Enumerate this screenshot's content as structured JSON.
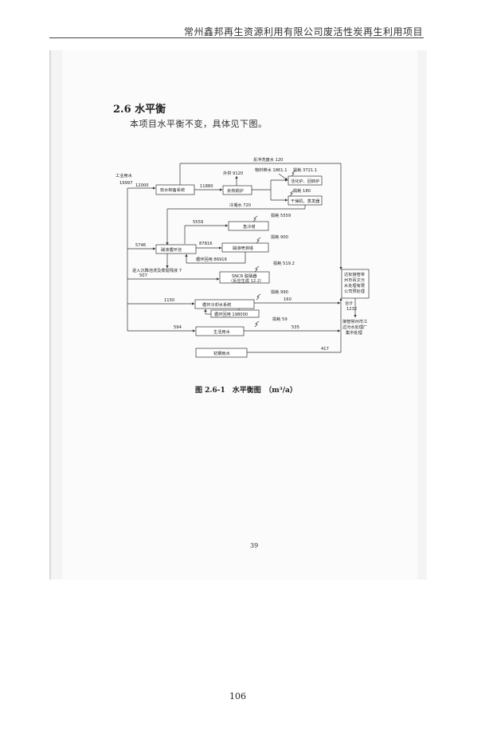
{
  "header": {
    "title": "常州鑫邦再生资源利用有限公司废活性炭再生利用项目"
  },
  "section": {
    "heading": "2.6 水平衡",
    "intro": "本项目水平衡不变，具体见下图。"
  },
  "diagram": {
    "labels": {
      "industrial_water": "工业用水",
      "industrial_water_value": "19997",
      "soft_water_system": "软水制备系统",
      "waste_heat_boiler": "余热锅炉",
      "activation_furnace": "活化炉、回转炉",
      "drying": "干燥机、蒸发器",
      "quench_tower": "急冷塔",
      "alkali_pool": "碱液循环池",
      "alkali_spray_tower": "碱液喷淋塔",
      "sncr": "SNCR 脱硝器",
      "sncr_note": "（反应生成 12.2）",
      "cooling_system": "循环冷却水系统",
      "domestic_water": "生活用水",
      "initial_rain": "初期雨水",
      "wwtp_line1": "达标接管常",
      "wwtp_line2": "州市百文污",
      "wwtp_line3": "水处理有限",
      "wwtp_line4": "公司预处理",
      "total_label": "合计",
      "total_value": "1232",
      "final_line1": "接管常州市江",
      "final_line2": "边污水处理厂",
      "final_line3": "集中处理",
      "backwash": "反冲洗废水 120",
      "material_water": "物料带水 1861.1",
      "loss_3721": "损耗 3721.1",
      "steam_out": "外供 9120",
      "loss_180": "损耗 180",
      "condensate": "冷凝水 720",
      "loss_5559": "损耗 5559",
      "flow_5559": "5559",
      "flow_5746": "5746",
      "flow_87816": "87816",
      "loss_900": "损耗 900",
      "recycle_86916": "循环回用 86916",
      "to_sediment": "进入沉降池洗及蒸馏残液 7",
      "loss_519": "损耗 519.2",
      "flow_507": "507",
      "loss_990": "损耗 990",
      "flow_1150": "1150",
      "flow_160": "160",
      "recycle_198000": "循环回用 198000",
      "loss_59": "损耗 59",
      "flow_594": "594",
      "flow_535": "535",
      "flow_417": "417",
      "flow_12000": "12000",
      "flow_11880": "11880"
    }
  },
  "caption": "图 2.6-1　水平衡图　（m³/a）",
  "inner_page_number": "39",
  "page_number": "106"
}
